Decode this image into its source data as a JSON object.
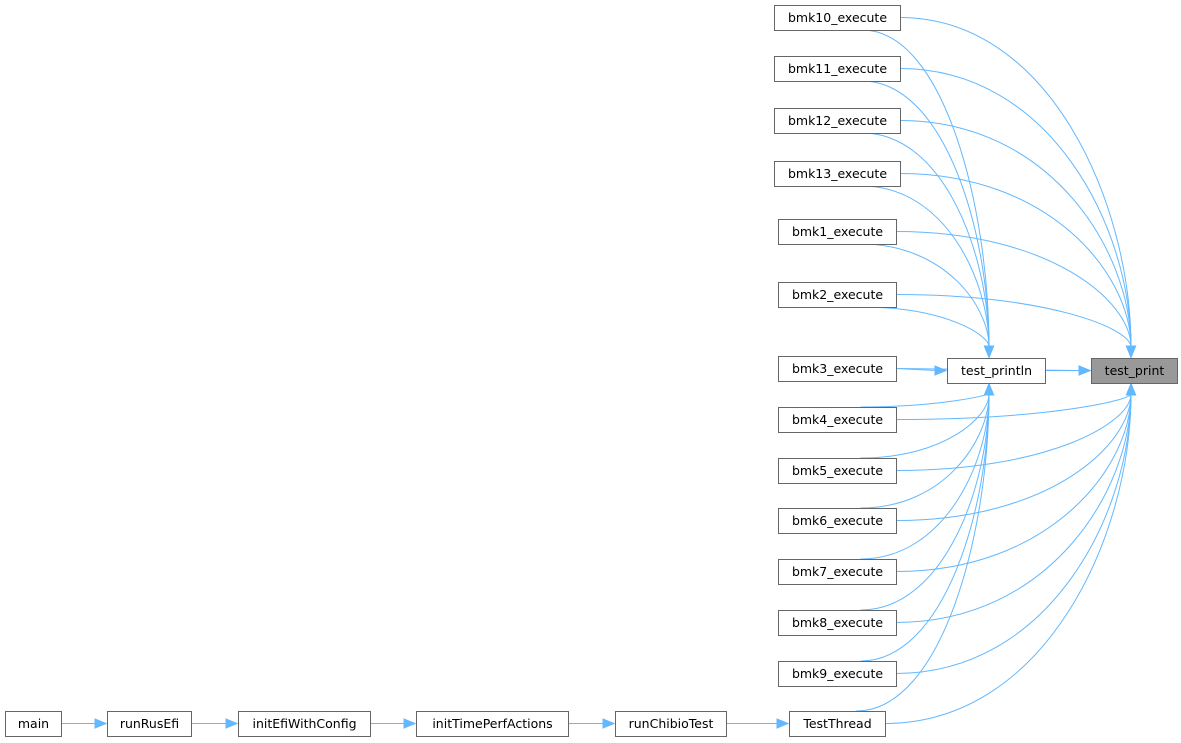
{
  "graph": {
    "nodes": [
      {
        "id": "test_print",
        "label": "test_print",
        "highlight": true
      },
      {
        "id": "test_println",
        "label": "test_println"
      },
      {
        "id": "bmk10",
        "label": "bmk10_execute"
      },
      {
        "id": "bmk11",
        "label": "bmk11_execute"
      },
      {
        "id": "bmk12",
        "label": "bmk12_execute"
      },
      {
        "id": "bmk13",
        "label": "bmk13_execute"
      },
      {
        "id": "bmk1",
        "label": "bmk1_execute"
      },
      {
        "id": "bmk2",
        "label": "bmk2_execute"
      },
      {
        "id": "bmk3",
        "label": "bmk3_execute"
      },
      {
        "id": "bmk4",
        "label": "bmk4_execute"
      },
      {
        "id": "bmk5",
        "label": "bmk5_execute"
      },
      {
        "id": "bmk6",
        "label": "bmk6_execute"
      },
      {
        "id": "bmk7",
        "label": "bmk7_execute"
      },
      {
        "id": "bmk8",
        "label": "bmk8_execute"
      },
      {
        "id": "bmk9",
        "label": "bmk9_execute"
      },
      {
        "id": "TestThread",
        "label": "TestThread"
      },
      {
        "id": "runChibioTest",
        "label": "runChibioTest"
      },
      {
        "id": "initTimePerfActions",
        "label": "initTimePerfActions"
      },
      {
        "id": "initEfiWithConfig",
        "label": "initEfiWithConfig"
      },
      {
        "id": "runRusEfi",
        "label": "runRusEfi"
      },
      {
        "id": "main",
        "label": "main"
      }
    ],
    "edges": [
      {
        "from": "test_println",
        "to": "test_print"
      },
      {
        "from": "bmk10",
        "to": "test_print"
      },
      {
        "from": "bmk11",
        "to": "test_print"
      },
      {
        "from": "bmk12",
        "to": "test_print"
      },
      {
        "from": "bmk13",
        "to": "test_print"
      },
      {
        "from": "bmk1",
        "to": "test_print"
      },
      {
        "from": "bmk2",
        "to": "test_print"
      },
      {
        "from": "bmk3",
        "to": "test_print"
      },
      {
        "from": "bmk4",
        "to": "test_print"
      },
      {
        "from": "bmk5",
        "to": "test_print"
      },
      {
        "from": "bmk6",
        "to": "test_print"
      },
      {
        "from": "bmk7",
        "to": "test_print"
      },
      {
        "from": "bmk8",
        "to": "test_print"
      },
      {
        "from": "bmk9",
        "to": "test_print"
      },
      {
        "from": "TestThread",
        "to": "test_print"
      },
      {
        "from": "bmk10",
        "to": "test_println"
      },
      {
        "from": "bmk11",
        "to": "test_println"
      },
      {
        "from": "bmk12",
        "to": "test_println"
      },
      {
        "from": "bmk13",
        "to": "test_println"
      },
      {
        "from": "bmk1",
        "to": "test_println"
      },
      {
        "from": "bmk2",
        "to": "test_println"
      },
      {
        "from": "bmk3",
        "to": "test_println"
      },
      {
        "from": "bmk4",
        "to": "test_println"
      },
      {
        "from": "bmk5",
        "to": "test_println"
      },
      {
        "from": "bmk6",
        "to": "test_println"
      },
      {
        "from": "bmk7",
        "to": "test_println"
      },
      {
        "from": "bmk8",
        "to": "test_println"
      },
      {
        "from": "bmk9",
        "to": "test_println"
      },
      {
        "from": "TestThread",
        "to": "test_println"
      },
      {
        "from": "runChibioTest",
        "to": "TestThread"
      },
      {
        "from": "initTimePerfActions",
        "to": "runChibioTest"
      },
      {
        "from": "initEfiWithConfig",
        "to": "initTimePerfActions"
      },
      {
        "from": "runRusEfi",
        "to": "initEfiWithConfig"
      },
      {
        "from": "main",
        "to": "runRusEfi"
      }
    ]
  }
}
